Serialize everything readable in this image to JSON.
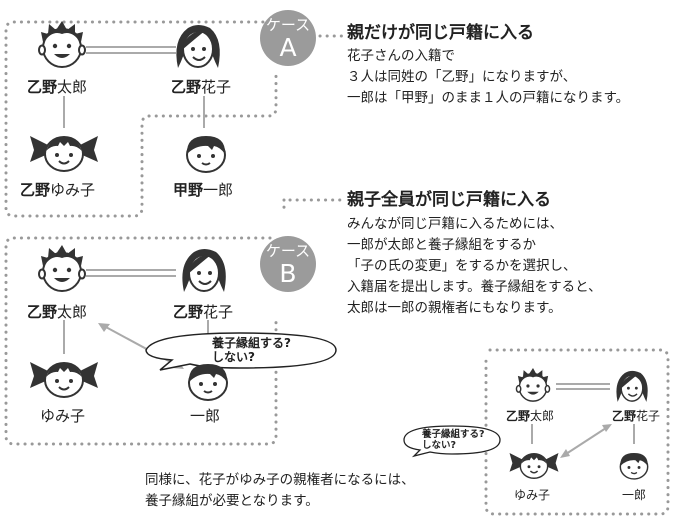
{
  "case_a": {
    "badge_top": "ケース",
    "badge_letter": "A",
    "heading": "親だけが同じ戸籍に入る",
    "lines": [
      "花子さんの入籍で",
      "３人は同姓の「乙野」になりますが、",
      "一郎は「甲野」のまま１人の戸籍になります。"
    ],
    "taro": {
      "surname": "乙野",
      "given": "太郎"
    },
    "hanako": {
      "surname": "乙野",
      "given": "花子"
    },
    "yumiko": {
      "surname": "乙野",
      "given": "ゆみ子"
    },
    "ichiro": {
      "surname": "甲野",
      "given": "一郎"
    }
  },
  "case_b": {
    "badge_top": "ケース",
    "badge_letter": "B",
    "heading": "親子全員が同じ戸籍に入る",
    "lines": [
      "みんなが同じ戸籍に入るためには、",
      "一郎が太郎と養子縁組をするか",
      "「子の氏の変更」をするかを選択し、",
      "入籍届を提出します。養子縁組をすると、",
      "太郎は一郎の親権者にもなります。"
    ],
    "taro": {
      "surname": "乙野",
      "given": "太郎"
    },
    "hanako": {
      "surname": "乙野",
      "given": "花子"
    },
    "yumiko": "ゆみ子",
    "ichiro": "一郎",
    "bubble": [
      "養子縁組する?",
      "しない?"
    ]
  },
  "case_c": {
    "taro": {
      "surname": "乙野",
      "given": "太郎"
    },
    "hanako": {
      "surname": "乙野",
      "given": "花子"
    },
    "yumiko": "ゆみ子",
    "ichiro": "一郎",
    "bubble": [
      "養子縁組する?",
      "しない?"
    ]
  },
  "footer": [
    "同様に、花子がゆみ子の親権者になるには、",
    "養子縁組が必要となります。"
  ]
}
